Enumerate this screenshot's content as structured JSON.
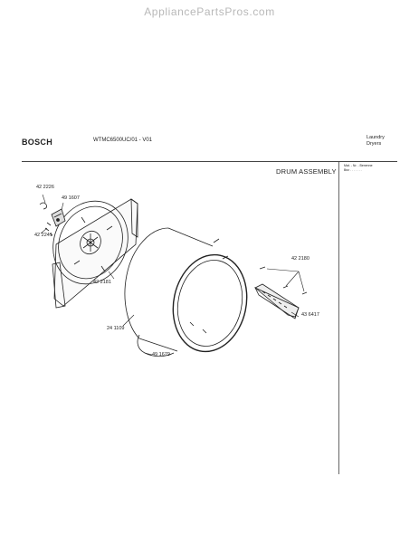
{
  "watermark": "AppliancePartsPros.com",
  "header": {
    "brand": "BOSCH",
    "model": "WTMC6500UC/01 - V01",
    "product_line1": "Laundry",
    "product_line2": "Dryers"
  },
  "section_title": "DRUM ASSEMBLY",
  "side_column": {
    "line1": "Mat. - Nr. - Benenne",
    "line2": "Bez . . . . . . ."
  },
  "parts": [
    {
      "number": "42 2226"
    },
    {
      "number": "49 1607"
    },
    {
      "number": "42 2241"
    },
    {
      "number": "42 2181"
    },
    {
      "number": "24 1109"
    },
    {
      "number": "49 1679"
    },
    {
      "number": "42 2180"
    },
    {
      "number": "43 6417"
    }
  ]
}
